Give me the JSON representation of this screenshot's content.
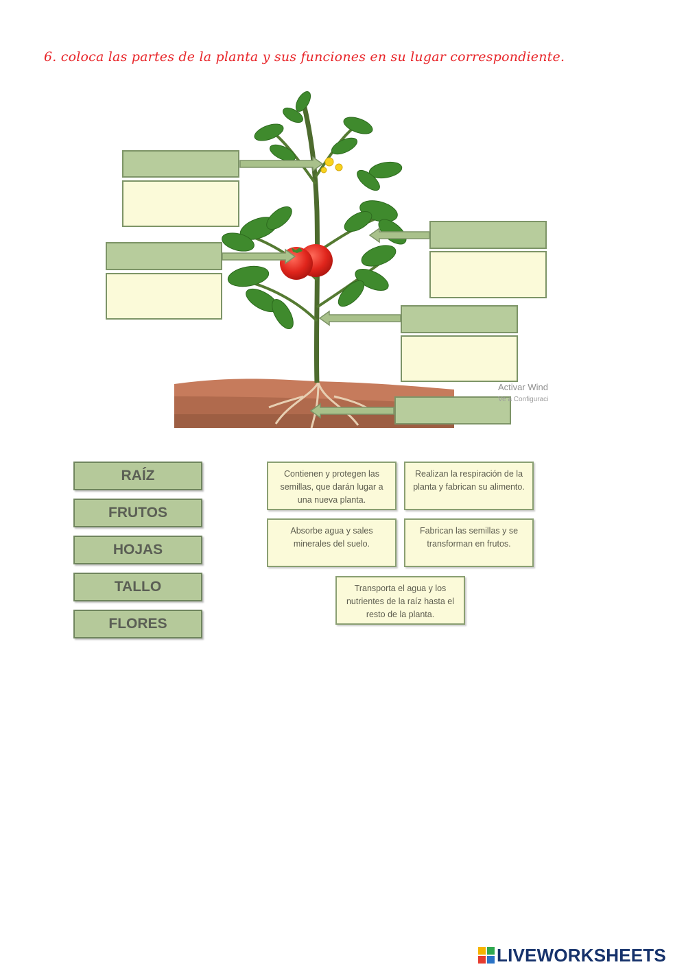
{
  "instruction": "6.  coloca las partes de la planta y sus funciones en su lugar  correspondiente.",
  "watermark": {
    "line1": "Activar Wind",
    "line2": "Ve a Configuraci"
  },
  "parts": [
    "RAÍZ",
    "FRUTOS",
    "HOJAS",
    "TALLO",
    "FLORES"
  ],
  "functions": [
    "Contienen y protegen las semillas, que darán lugar a una nueva planta.",
    "Realizan la respiración de la planta y fabrican su alimento.",
    "Absorbe agua y sales minerales del suelo.",
    "Fabrican las semillas y se transforman en frutos.",
    "Transporta el agua y los nutrientes de la raíz hasta el resto de la planta."
  ],
  "brand": "LIVEWORKSHEETS",
  "colors": {
    "instruction": "#e8262a",
    "label_green": "#b5c99a",
    "function_cream": "#fbfad9",
    "brand_blue": "#16326b"
  }
}
